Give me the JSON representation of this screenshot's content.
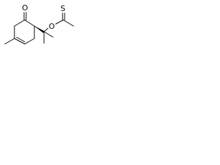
{
  "structure": {
    "atoms": {
      "ketone_oxygen": "O",
      "ester_oxygen": "O",
      "thione_sulfur": "S"
    },
    "colors": {
      "bond": "#000000",
      "background": "#ffffff"
    }
  }
}
